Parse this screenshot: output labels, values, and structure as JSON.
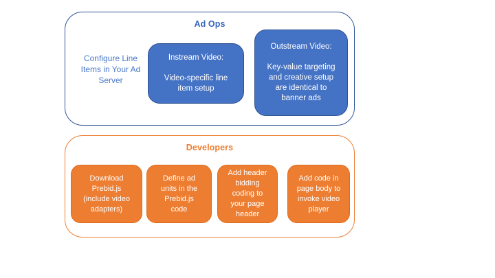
{
  "ad_ops": {
    "title": "Ad Ops",
    "side_note": "Configure Line\nItems in Your Ad\nServer",
    "instream_box": "Instream Video:\n\nVideo-specific line\nitem setup",
    "outstream_box": "Outstream Video:\n\nKey-value targeting\nand creative setup\nare identical to\nbanner ads"
  },
  "developers": {
    "title": "Developers",
    "steps": [
      "Download\nPrebid.js\n(include video\nadapters)",
      "Define ad\nunits in the\nPrebid.js\ncode",
      "Add header\nbidding\ncoding to\nyour page\nheader",
      "Add code in\npage body to\ninvoke video\nplayer"
    ]
  },
  "colors": {
    "blue_fill": "#4472C4",
    "blue_box_border": "#2F528F",
    "blue_group_border": "#2F5597",
    "blue_title_text": "#3666BD",
    "blue_note_text": "#4A79CA",
    "orange_fill": "#ED7D31",
    "orange_box_border": "#DD6B1C",
    "orange_group_border": "#ED7D31",
    "box_text": "#FFFFFF",
    "background": "#FFFFFF"
  }
}
